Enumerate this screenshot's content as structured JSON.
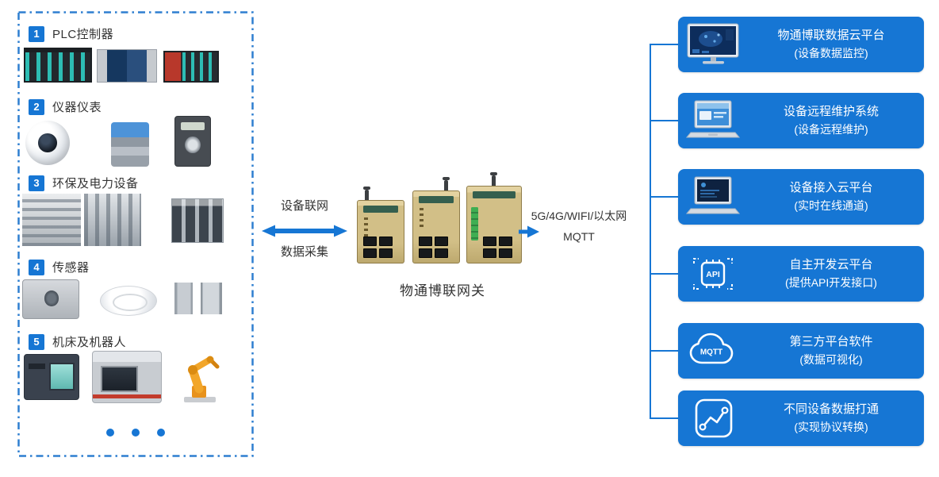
{
  "colors": {
    "primary": "#1676d4",
    "text": "#333333",
    "card_text": "#ffffff"
  },
  "left_panel": {
    "categories": [
      {
        "number": "1",
        "label": "PLC控制器"
      },
      {
        "number": "2",
        "label": "仪器仪表"
      },
      {
        "number": "3",
        "label": "环保及电力设备"
      },
      {
        "number": "4",
        "label": "传感器"
      },
      {
        "number": "5",
        "label": "机床及机器人"
      }
    ]
  },
  "middle": {
    "uplink_label": "设备联网",
    "downlink_label": "数据采集",
    "gateway_caption": "物通博联网关",
    "network_label": "5G/4G/WIFI/以太网",
    "protocol_label": "MQTT"
  },
  "right_panel": {
    "items": [
      {
        "icon": "monitor-dashboard-icon",
        "title": "物通博联数据云平台",
        "subtitle": "(设备数据监控)"
      },
      {
        "icon": "laptop-icon",
        "title": "设备远程维护系统",
        "subtitle": "(设备远程维护)"
      },
      {
        "icon": "laptop-terminal-icon",
        "title": "设备接入云平台",
        "subtitle": "(实时在线通道)"
      },
      {
        "icon": "api-chip-icon",
        "icon_text": "API",
        "title": "自主开发云平台",
        "subtitle": "(提供API开发接口)"
      },
      {
        "icon": "mqtt-cloud-icon",
        "icon_text": "MQTT",
        "title": "第三方平台软件",
        "subtitle": "(数据可视化)"
      },
      {
        "icon": "chart-line-icon",
        "title": "不同设备数据打通",
        "subtitle": "(实现协议转换)"
      }
    ]
  }
}
